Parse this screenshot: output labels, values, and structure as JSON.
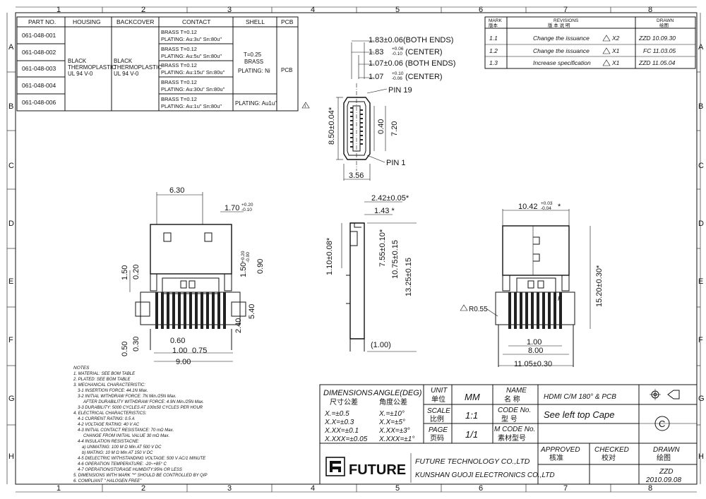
{
  "grid": {
    "cols": [
      "1",
      "2",
      "3",
      "4",
      "5",
      "6",
      "7",
      "8"
    ],
    "rows": [
      "A",
      "B",
      "C",
      "D",
      "E",
      "F",
      "G",
      "H"
    ]
  },
  "bom": {
    "headers": [
      "PART NO.",
      "HOUSING",
      "BACKCOVER",
      "CONTACT",
      "SHELL",
      "PCB"
    ],
    "part_numbers": [
      "061-048-001",
      "061-048-002",
      "061-048-003",
      "061-048-004",
      "061-048-006"
    ],
    "housing": [
      "BLACK",
      "THERMOPLASTIC",
      "UL 94 V-0"
    ],
    "backcover": [
      "BLACK",
      "THERMOPLASTIC",
      "UL 94 V-0"
    ],
    "contact": [
      {
        "a": "BRASS     T=0.12",
        "b": "PLATING:  Au:3u\" Sn:80u\""
      },
      {
        "a": "BRASS     T=0.12",
        "b": "PLATING:  Au:5u\" Sn:80u\""
      },
      {
        "a": "BRASS     T=0.12",
        "b": "PLATING:  Au:15u\" Sn:80u\""
      },
      {
        "a": "BRASS     T=0.12",
        "b": "PLATING:  Au:30u\" Sn:80u\""
      },
      {
        "a": "BRASS     T=0.12",
        "b": "PLATING:  Au:1u\" Sn:80u\""
      }
    ],
    "shell_main": [
      "T=0.25",
      "BRASS",
      "PLATING: Ni"
    ],
    "shell_last": "PLATING: Au1u\"",
    "pcb": "PCB"
  },
  "revisions": {
    "mark_header": "MARK",
    "mark_header_cn": "版本",
    "rev_header": "REVISIONS",
    "rev_header_cn": "版  本  说  明",
    "drawn_header": "DRAWN",
    "drawn_header_cn": "绘图",
    "rows": [
      {
        "mark": "1.1",
        "desc": "Change the issuance",
        "sym": "X2",
        "drawn": "ZZD 10.09.30"
      },
      {
        "mark": "1.2",
        "desc": "Change the issuance",
        "sym": "X1",
        "drawn": "FC 11.03.05"
      },
      {
        "mark": "1.3",
        "desc": "Increase specification",
        "sym": "X1",
        "drawn": "ZZD 11.05.04"
      }
    ]
  },
  "dims": {
    "top1": "1.83±0.06(BOTH ENDS)",
    "top2": "1.83",
    "top2_tol_hi": "+0.06",
    "top2_tol_lo": "-0.10",
    "top2_suffix": "(CENTER)",
    "top3": "1.07±0.06 (BOTH ENDS)",
    "top4": "1.07",
    "top4_tol_hi": "+0.10",
    "top4_tol_lo": "-0.06",
    "top4_suffix": "(CENTER)",
    "pin19": "PIN 19",
    "pin1": "PIN 1",
    "h850": "8.50±0.04*",
    "d040": "0.40",
    "d720": "7.20",
    "d356": "3.56",
    "d630": "6.30",
    "d170": "1.70",
    "d170_hi": "+0.20",
    "d170_lo": "-0.10",
    "d150a": "1.50",
    "d020": "0.20",
    "d150b": "1.50",
    "d150b_hi": "+0.20",
    "d150b_lo": "-0.00",
    "d090": "0.90",
    "d540": "5.40",
    "d240": "2.40",
    "d060": "0.60",
    "d100": "1.00",
    "d075": "0.75",
    "d900": "9.00",
    "d050": "0.50",
    "d030": "0.30",
    "d242": "2.42±0.05*",
    "d143": "1.43 *",
    "d110": "1.10±0.08*",
    "d755": "7.55±0.10*",
    "d1075": "10.75±0.15",
    "d1325": "13.25±0.15",
    "d100p": "(1.00)",
    "d1042": "10.42",
    "d1042_hi": "+0.03",
    "d1042_lo": "-0.04",
    "d1042_star": "*",
    "d1520": "15.20±0.30*",
    "r055": "R0.55",
    "d100c": "1.00",
    "d800": "8.00",
    "d1105": "11.05±0.30",
    "F": "F"
  },
  "notes": [
    "NOTES",
    "1. MATERIAL: SEE BOM TABLE",
    "2. PLATED:  SEE BOM TABLE",
    "3. MECHANICAL CHARACTERISTIC:",
    "   3-1 INSERTION FORCE: 44.1N Max.",
    "   3-2 INITIAL WITHDRAW FORCE: 7N Min./25N Max.",
    "        AFTER DURABILITY WITHDRAW FORCE: 4.9N Min./25N Max.",
    "   3-3 DURABILITY: 5000 CYCLES AT 100±50 CYCLES PER HOUR",
    "4. ELECTRICAL CHARACTERISTICS:",
    "   4-1 CURRENT RATING: 0.5 A",
    "   4-2 VOLTAGE RATING: 40 V AC",
    "   4-3 INITIAL CONTACT RESISTANCE: 70 mΩ Max.",
    "        CHANGE FROM INITIAL VALUE 30 mΩ Max.",
    "   4-4 INSULATION RESISTACNE:",
    "      a) UNMATING: 100 M Ω Min AT 500 V DC",
    "      b) MATING: 10 M Ω Min AT 150 V DC",
    "   4-5 DIELECTRIC WITHSTANDING VOLTAGE: 500 V AC/1 MINUTE",
    "   4-6 OPERATION TEMPERATURE: -20~+85° C",
    "   4-7 OPERATION/STORAGE HUMIDITY:95% OR LESS",
    "5. DIMENSIONS WITH MARK \"*\" SHOULD BE CONTROLLED BY QIP",
    "6. COMPLIANT \" HALOGEN FREE\""
  ],
  "titleblock": {
    "dimensions": "DIMENSIONS",
    "dimensions_cn": "尺寸公差",
    "angle": "ANGLE(DEG)",
    "angle_cn": "角度公差",
    "tol1": "X.=±0.5",
    "tol2": "X.X=±0.3",
    "tol3": "X.XX=±0.1",
    "tol4": "X.XXX=±0.05",
    "ang1": "X.=±10°",
    "ang2": "X.X=±5°",
    "ang3": "X.XX=±3°",
    "ang4": "X.XXX=±1°",
    "unit": "UNIT",
    "unit_cn": "单位",
    "unit_val": "MM",
    "scale": "SCALE",
    "scale_cn": "比例",
    "scale_val": "1:1",
    "page": "PAGE",
    "page_cn": "页码",
    "page_val": "1/1",
    "name": "NAME",
    "name_cn": "名  称",
    "name_val": "HDMI C/M 180° & PCB",
    "code": "CODE  No.",
    "code_cn": "型    号",
    "code_val": "See  left  top  Cape",
    "mcode": "M CODE  No.",
    "mcode_cn": "素材型号",
    "approved": "APPROVED",
    "approved_cn": "核准",
    "checked": "CHECKED",
    "checked_cn": "校对",
    "drawn": "DRAWN",
    "drawn_cn": "绘图",
    "drawn_by": "ZZD",
    "drawn_date": "2010.09.08",
    "company": "FUTURE TECHNOLOGY CO.,LTD",
    "company2": "KUNSHAN GUOJI ELECTRONICS CO.,LTD",
    "logo": "FUTURE",
    "copyright": "C"
  }
}
